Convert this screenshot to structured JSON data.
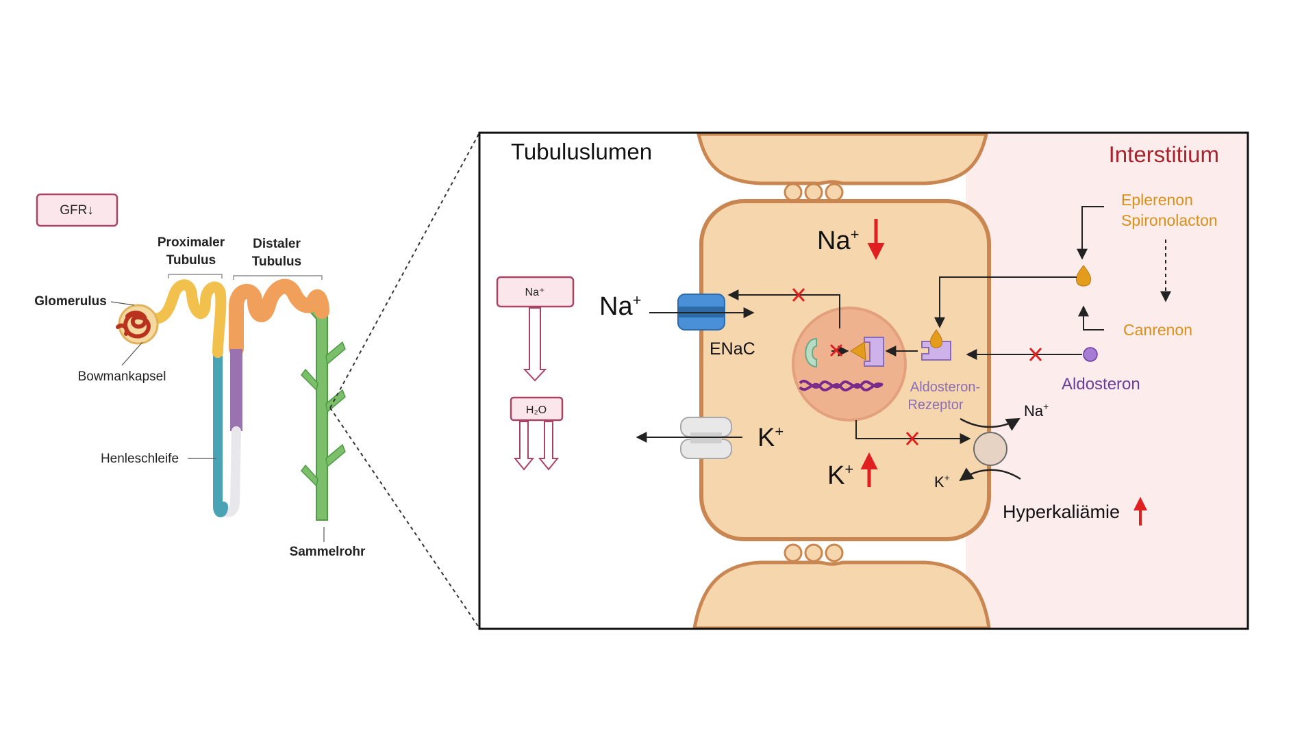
{
  "nephron": {
    "gfr_label": "GFR↓",
    "glomerulus": "Glomerulus",
    "bowman": "Bowmankapsel",
    "proximal_line1": "Proximaler",
    "proximal_line2": "Tubulus",
    "distal_line1": "Distaler",
    "distal_line2": "Tubulus",
    "henle": "Henleschleife",
    "collecting": "Sammelrohr"
  },
  "cell": {
    "lumen_title": "Tubuluslumen",
    "interstitium_title": "Interstitium",
    "lumen_na_box": "Na⁺",
    "lumen_h2o_box": "H₂O",
    "na_top": "Na",
    "na_top_sup": "+",
    "na_enac": "Na",
    "na_enac_sup": "+",
    "enac_label": "ENaC",
    "k_channel": "K",
    "k_channel_sup": "+",
    "k_bottom": "K",
    "k_bottom_sup": "+",
    "pump_na": "Na",
    "pump_na_sup": "+",
    "pump_k": "K",
    "pump_k_sup": "+",
    "receptor_line1": "Aldosteron-",
    "receptor_line2": "Rezeptor",
    "drug_line1": "Eplerenon",
    "drug_line2": "Spironolacton",
    "metabolite": "Canrenon",
    "hormone": "Aldosteron",
    "hyperkalemia": "Hyperkaliämie"
  },
  "colors": {
    "cell_fill": "#f6d6ad",
    "cell_stroke": "#c98650",
    "interstitium_bg": "#fcecec",
    "inhibit_red": "#e02020",
    "drug_orange": "#d9901a",
    "aldosterone_purple": "#6b3d9a",
    "receptor_purple": "#cdb3ea",
    "enac_blue": "#4a90d9",
    "proximal_yellow": "#f2c04c",
    "distal_orange": "#f0a05a",
    "henle_teal": "#4aa3b5",
    "henle_purple": "#9b72b0",
    "collecting_green": "#7cbf6a",
    "glomerulus_red": "#b8321e"
  }
}
